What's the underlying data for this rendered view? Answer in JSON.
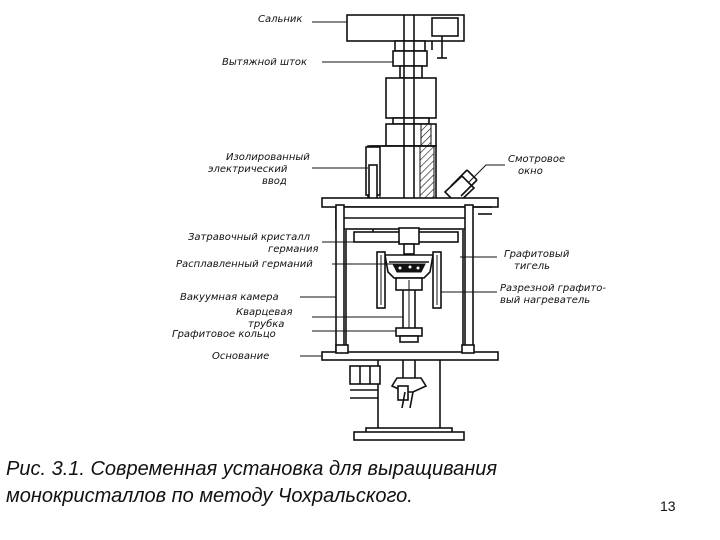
{
  "labels": {
    "gland": "Сальник",
    "pull_rod": "Вытяжной шток",
    "insulated_lead_1": "Изолированный",
    "insulated_lead_2": "электрический",
    "insulated_lead_3": "ввод",
    "viewing_window_1": "Смотровое",
    "viewing_window_2": "окно",
    "seed_crystal_1": "Затравочный кристалл",
    "seed_crystal_2": "германия",
    "molten_germanium": "Расплавленный германий",
    "graphite_crucible_1": "Графитовый",
    "graphite_crucible_2": "тигель",
    "vacuum_chamber": "Вакуумная камера",
    "split_heater_1": "Разрезной графито-",
    "split_heater_2": "вый нагреватель",
    "quartz_tube_1": "Кварцевая",
    "quartz_tube_2": "трубка",
    "graphite_ring": "Графитовое кольцо",
    "base": "Основание"
  },
  "caption": {
    "line1": "Рис. 3.1. Современная установка для выращивания",
    "line2": "монокристаллов по методу Чохральского."
  },
  "page_number": "13"
}
